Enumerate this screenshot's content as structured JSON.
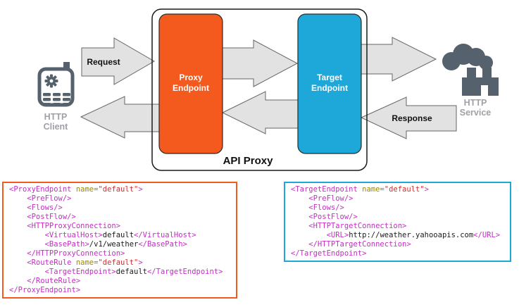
{
  "diagram": {
    "api_proxy_label": "API Proxy",
    "request_label": "Request",
    "response_label": "Response",
    "proxy_endpoint": {
      "line1": "Proxy",
      "line2": "Endpoint",
      "color": "#F4591D"
    },
    "target_endpoint": {
      "line1": "Target",
      "line2": "Endpoint",
      "color": "#1EA7D9"
    },
    "http_client": {
      "line1": "HTTP",
      "line2": "Client"
    },
    "http_service": {
      "line1": "HTTP",
      "line2": "Service"
    },
    "icons": {
      "client": "mobile-phone-gear-icon",
      "service": "factory-smoke-icon"
    },
    "colors": {
      "arrow_fill": "#E2E2E2",
      "arrow_stroke": "#666666",
      "icon_color": "#55616C",
      "label_gray": "#9EA1A6"
    }
  },
  "code_blocks": {
    "proxy": {
      "border_color": "#F4591D",
      "lines": [
        [
          [
            "tag",
            "<ProxyEndpoint "
          ],
          [
            "attr",
            "name="
          ],
          [
            "str",
            "\"default\""
          ],
          [
            "tag",
            ">"
          ]
        ],
        [
          [
            "tag",
            "    <PreFlow/>"
          ]
        ],
        [
          [
            "tag",
            "    <Flows/>"
          ]
        ],
        [
          [
            "tag",
            "    <PostFlow/>"
          ]
        ],
        [
          [
            "tag",
            "    <HTTPProxyConnection>"
          ]
        ],
        [
          [
            "tag",
            "        <VirtualHost>"
          ],
          [
            "txt",
            "default"
          ],
          [
            "tag",
            "</VirtualHost>"
          ]
        ],
        [
          [
            "tag",
            "        <BasePath>"
          ],
          [
            "txt",
            "/v1/weather"
          ],
          [
            "tag",
            "</BasePath>"
          ]
        ],
        [
          [
            "tag",
            "    </HTTPProxyConnection>"
          ]
        ],
        [
          [
            "tag",
            "    <RouteRule "
          ],
          [
            "attr",
            "name="
          ],
          [
            "str",
            "\"default\""
          ],
          [
            "tag",
            ">"
          ]
        ],
        [
          [
            "tag",
            "        <TargetEndpoint>"
          ],
          [
            "txt",
            "default"
          ],
          [
            "tag",
            "</TargetEndpoint>"
          ]
        ],
        [
          [
            "tag",
            "    </RouteRule>"
          ]
        ],
        [
          [
            "tag",
            "</ProxyEndpoint>"
          ]
        ]
      ]
    },
    "target": {
      "border_color": "#1EA7D9",
      "lines": [
        [
          [
            "tag",
            "<TargetEndpoint "
          ],
          [
            "attr",
            "name="
          ],
          [
            "str",
            "\"default\""
          ],
          [
            "tag",
            ">"
          ]
        ],
        [
          [
            "tag",
            "    <PreFlow/>"
          ]
        ],
        [
          [
            "tag",
            "    <Flows/>"
          ]
        ],
        [
          [
            "tag",
            "    <PostFlow/>"
          ]
        ],
        [
          [
            "tag",
            "    <HTTPTargetConnection>"
          ]
        ],
        [
          [
            "tag",
            "        <URL>"
          ],
          [
            "txt",
            "http://weather.yahooapis.com"
          ],
          [
            "tag",
            "</URL>"
          ]
        ],
        [
          [
            "tag",
            "    </HTTPTargetConnection>"
          ]
        ],
        [
          [
            "tag",
            "</TargetEndpoint>"
          ]
        ]
      ]
    }
  }
}
